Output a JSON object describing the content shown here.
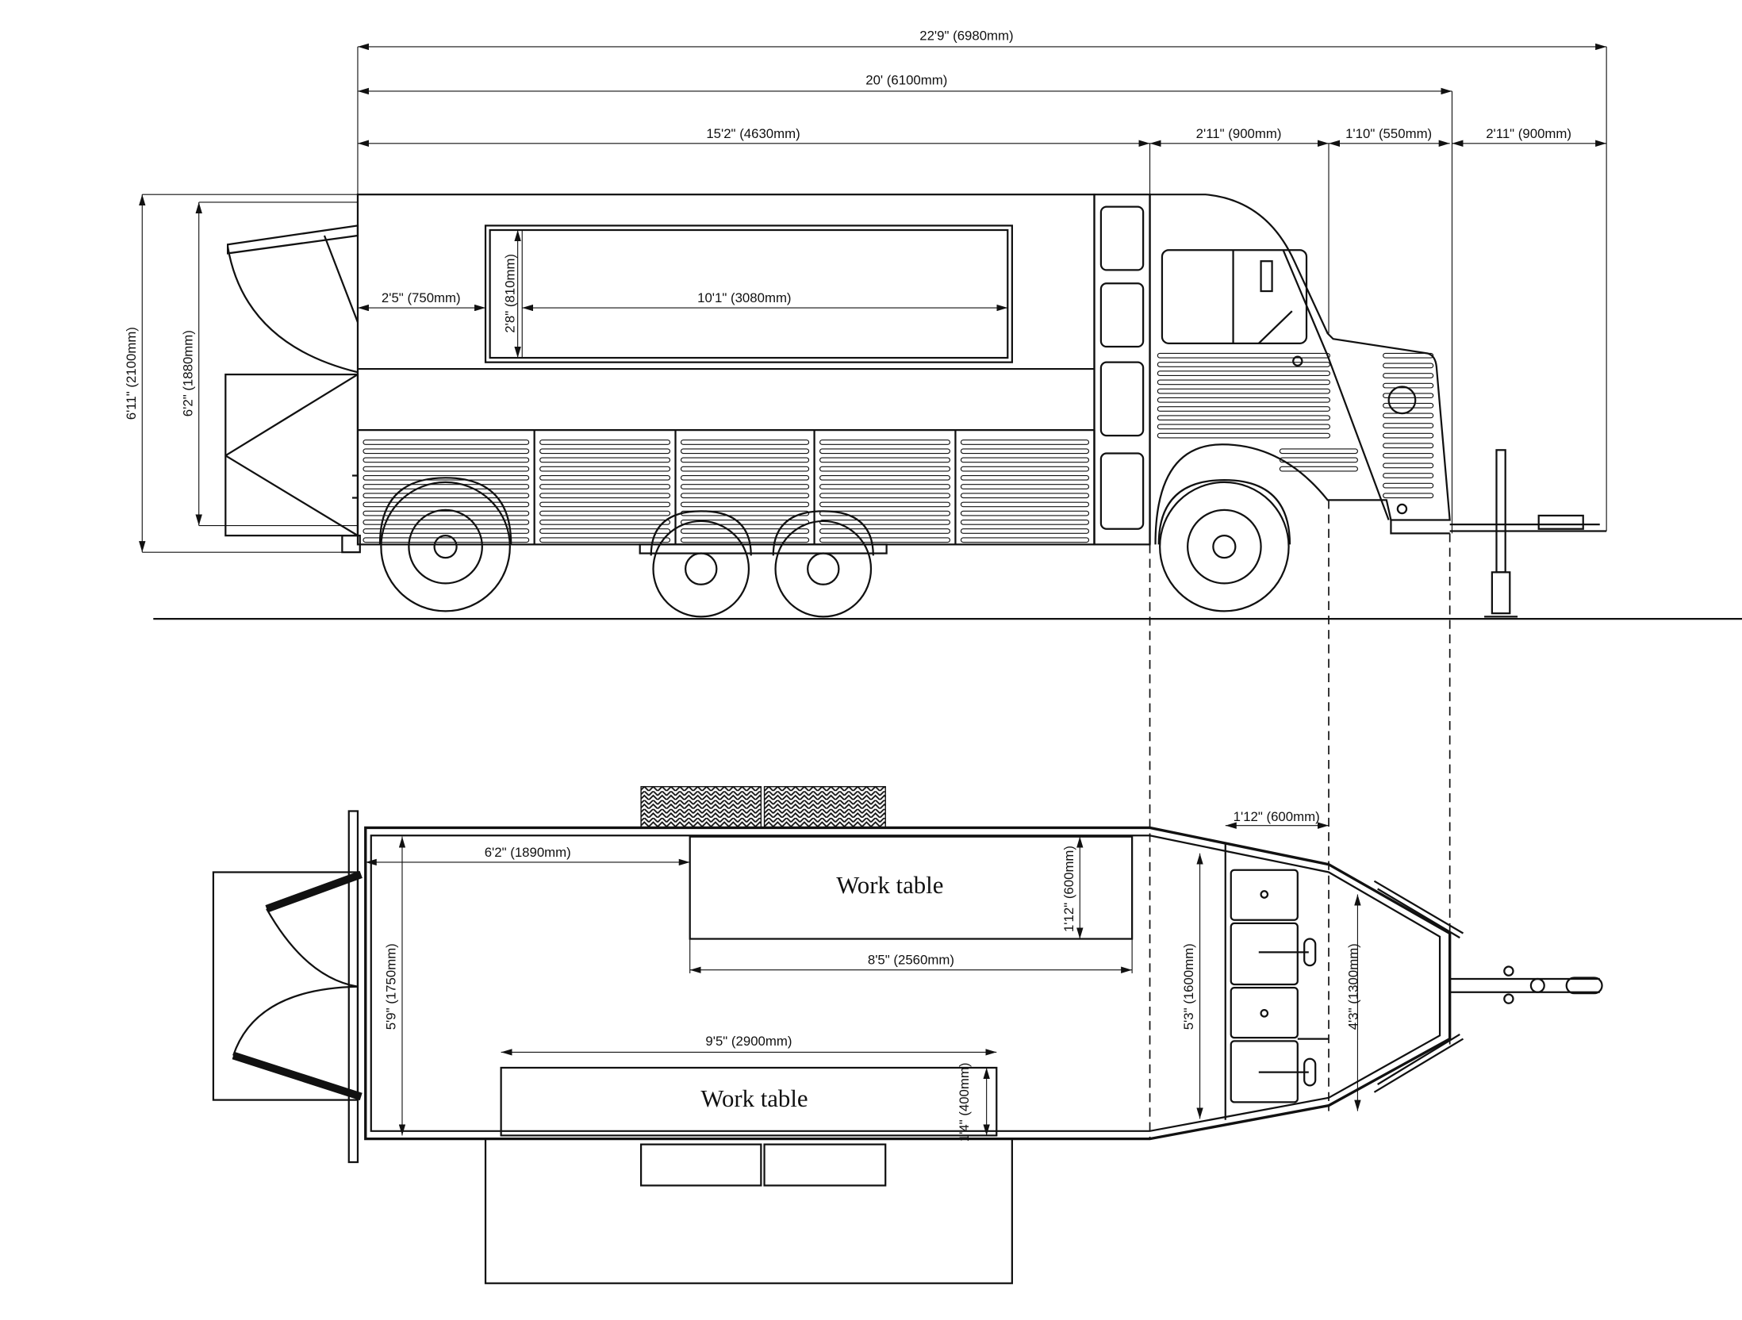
{
  "side_view": {
    "overall_length": "22'9\" (6980mm)",
    "body_length": "20' (6100mm)",
    "box_length": "15'2\" (4630mm)",
    "cab_length": "2'11\" (900mm)",
    "hood_length": "1'10\" (550mm)",
    "drawbar_length": "2'11\" (900mm)",
    "overall_height": "6'11\" (2100mm)",
    "awning_height": "6'2\" (1880mm)",
    "window_offset": "2'5\" (750mm)",
    "window_height": "2'8\" (810mm)",
    "window_length": "10'1\" (3080mm)"
  },
  "plan_view": {
    "front_depth": "1'12\" (600mm)",
    "table1_offset": "6'2\" (1890mm)",
    "table1_label": "Work table",
    "table1_depth": "1'12\" (600mm)",
    "table1_length": "8'5\" (2560mm)",
    "inner_width": "5'9\" (1750mm)",
    "cab_width": "5'3\" (1600mm)",
    "nose_width": "4'3\" (1300mm)",
    "table2_length": "9'5\" (2900mm)",
    "table2_label": "Work table",
    "table2_depth": "1'4\" (400mm)"
  }
}
